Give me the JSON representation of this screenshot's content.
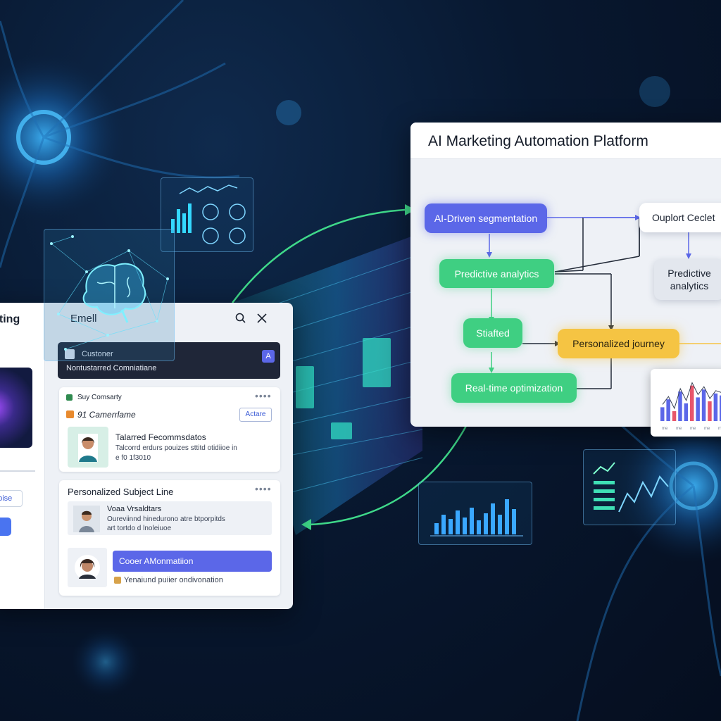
{
  "email_panel": {
    "sidebar_title": "eting",
    "sidebar_field": "abise",
    "tab_label": "Emell",
    "customer_card": {
      "title": "Custoner",
      "subtitle": "Nontustarred Comniatiane",
      "badge": "A"
    },
    "recommend_card": {
      "header": "Suy Comsarty",
      "name": "91 Camerrlame",
      "action": "Actare",
      "item_title": "Talarred Fecommsdatos",
      "item_text": "Talcorrd erdurs pouizes sttitd otidiioe in",
      "item_code": "e f0 1f3010"
    },
    "subject_card": {
      "title": "Personalized Subject Line",
      "person_name": "Voaa Vrsaldtars",
      "person_text_1": "Oureviinnd hinedurono atre btporpitds",
      "person_text_2": "art tortdo d lnoleiuoe",
      "action_button": "Cooer AMonmatiion",
      "footer_text": "Yenaiund puiier ondivonation"
    }
  },
  "flow_panel": {
    "title": "AI Marketing Automation Platform",
    "nodes": {
      "segmentation": "AI-Driven segmentation",
      "predictive_1": "Predictive analytics",
      "started": "Stiafted",
      "realtime": "Real-time optimization",
      "journey": "Personalized journey",
      "ouplort": "Ouplort Ceclet",
      "predictive_2": "Predictive analytics"
    }
  },
  "mini_chart": {
    "values": [
      0.35,
      0.55,
      0.25,
      0.75,
      0.45,
      0.9,
      0.6,
      0.8,
      0.5,
      0.7,
      0.65
    ],
    "ticks": [
      "me",
      "me",
      "me",
      "me",
      "me"
    ]
  },
  "colors": {
    "green": "#3fcf82",
    "blue": "#5b67e8",
    "yellow": "#f5c443",
    "accent_blue": "#4a74f0",
    "background": "#081830"
  }
}
